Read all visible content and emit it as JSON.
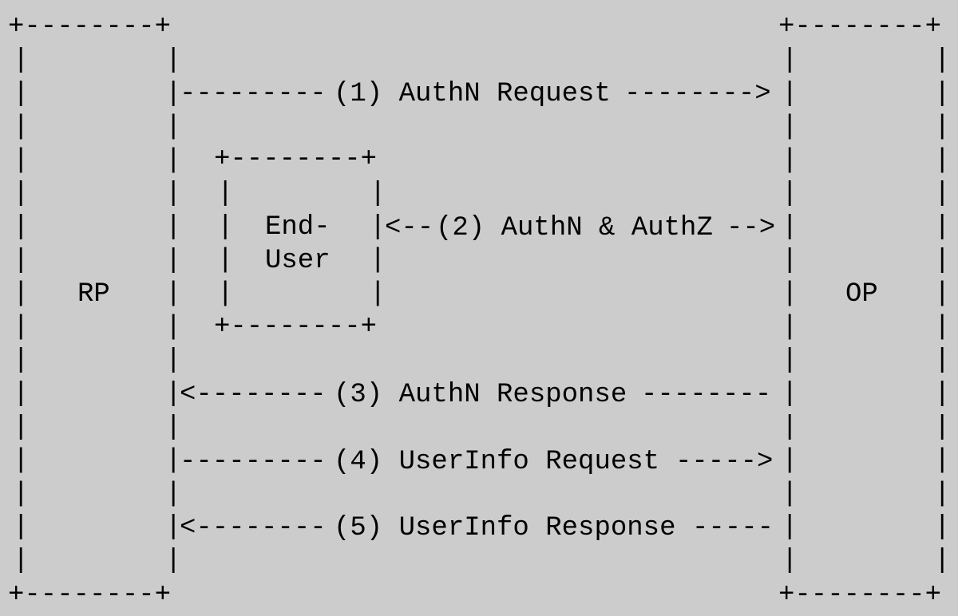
{
  "diagram": {
    "background": "#cccccc",
    "text_color": "#000000",
    "nodes": {
      "rp": {
        "label": "RP"
      },
      "op": {
        "label": "OP"
      },
      "end_user": {
        "label_line1": "End-",
        "label_line2": "User"
      }
    },
    "messages": [
      {
        "label": "(1) AuthN Request",
        "direction": "rp-to-op"
      },
      {
        "label": "(2) AuthN & AuthZ",
        "direction": "bidirectional"
      },
      {
        "label": "(3) AuthN Response",
        "direction": "op-to-rp"
      },
      {
        "label": "(4) UserInfo Request",
        "direction": "rp-to-op"
      },
      {
        "label": "(5) UserInfo Response",
        "direction": "op-to-rp"
      }
    ]
  }
}
